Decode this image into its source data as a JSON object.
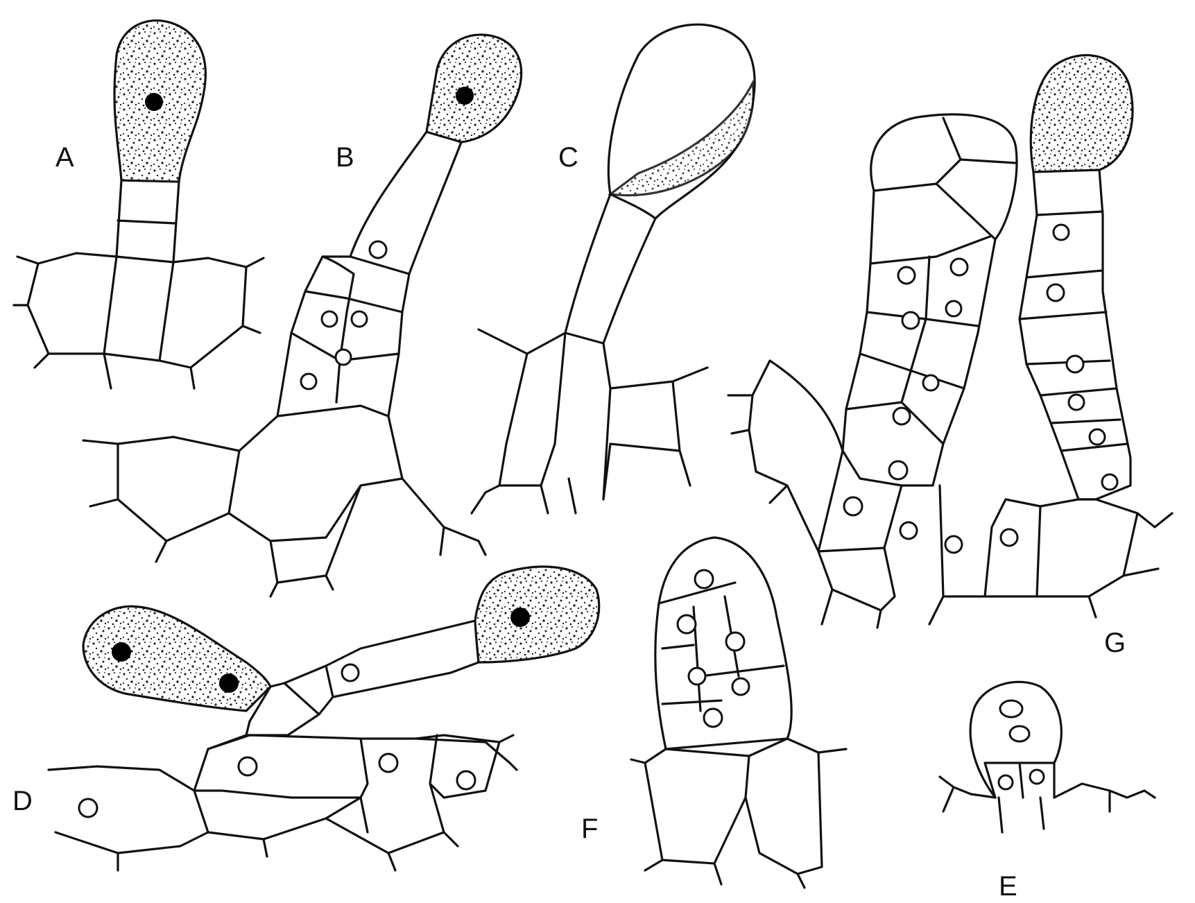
{
  "labels": {
    "A": "A",
    "B": "B",
    "C": "C",
    "D": "D",
    "E": "E",
    "F": "F",
    "G": "G"
  },
  "colors": {
    "ink": "#111111",
    "paper": "#ffffff"
  }
}
